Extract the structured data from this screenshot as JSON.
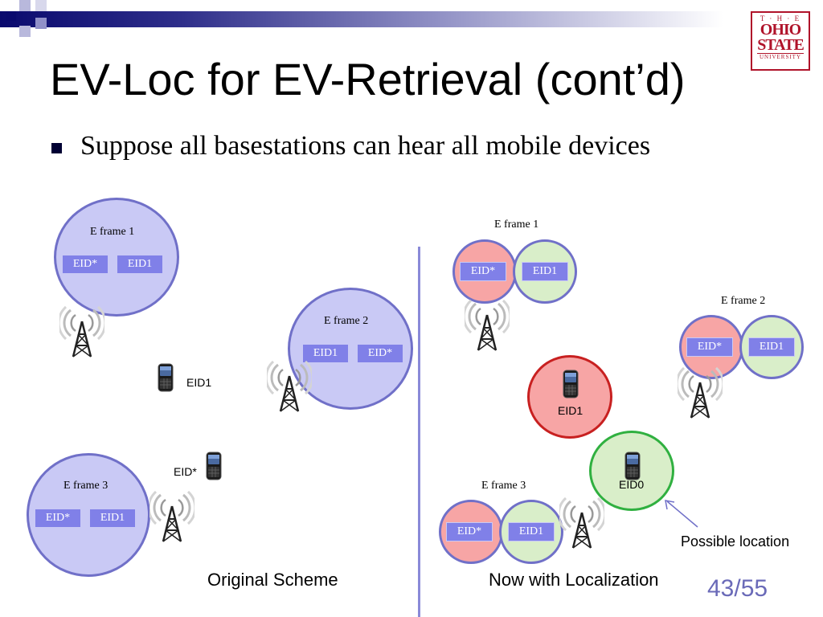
{
  "slide": {
    "title": "EV-Loc for EV-Retrieval (cont’d)",
    "bullet": "Suppose all basestations can hear all mobile devices",
    "page_number": "43/55"
  },
  "logo": {
    "line1": "T · H · E",
    "line2": "OHIO",
    "line3": "STATE",
    "line4": "UNIVERSITY"
  },
  "left": {
    "caption": "Original Scheme",
    "frames": [
      {
        "label": "E frame 1",
        "eids": [
          "EID*",
          "EID1"
        ]
      },
      {
        "label": "E frame 2",
        "eids": [
          "EID1",
          "EID*"
        ]
      },
      {
        "label": "E frame 3",
        "eids": [
          "EID*",
          "EID1"
        ]
      }
    ],
    "devices": [
      "EID1",
      "EID*"
    ]
  },
  "right": {
    "caption": "Now with Localization",
    "frames": [
      {
        "label": "E frame 1",
        "eids": [
          "EID*",
          "EID1"
        ]
      },
      {
        "label": "E frame 2",
        "eids": [
          "EID*",
          "EID1"
        ]
      },
      {
        "label": "E frame 3",
        "eids": [
          "EID*",
          "EID1"
        ]
      }
    ],
    "devices": [
      "EID1",
      "EID0"
    ],
    "annotation": "Possible location"
  },
  "colors": {
    "frame_blue": "#c9c9f5",
    "eid_box": "#8080e8",
    "pink": "#f7a5a5",
    "green": "#d9eec9",
    "red_border": "#c82020",
    "green_border": "#30b040",
    "divider": "#8a8ad8"
  }
}
